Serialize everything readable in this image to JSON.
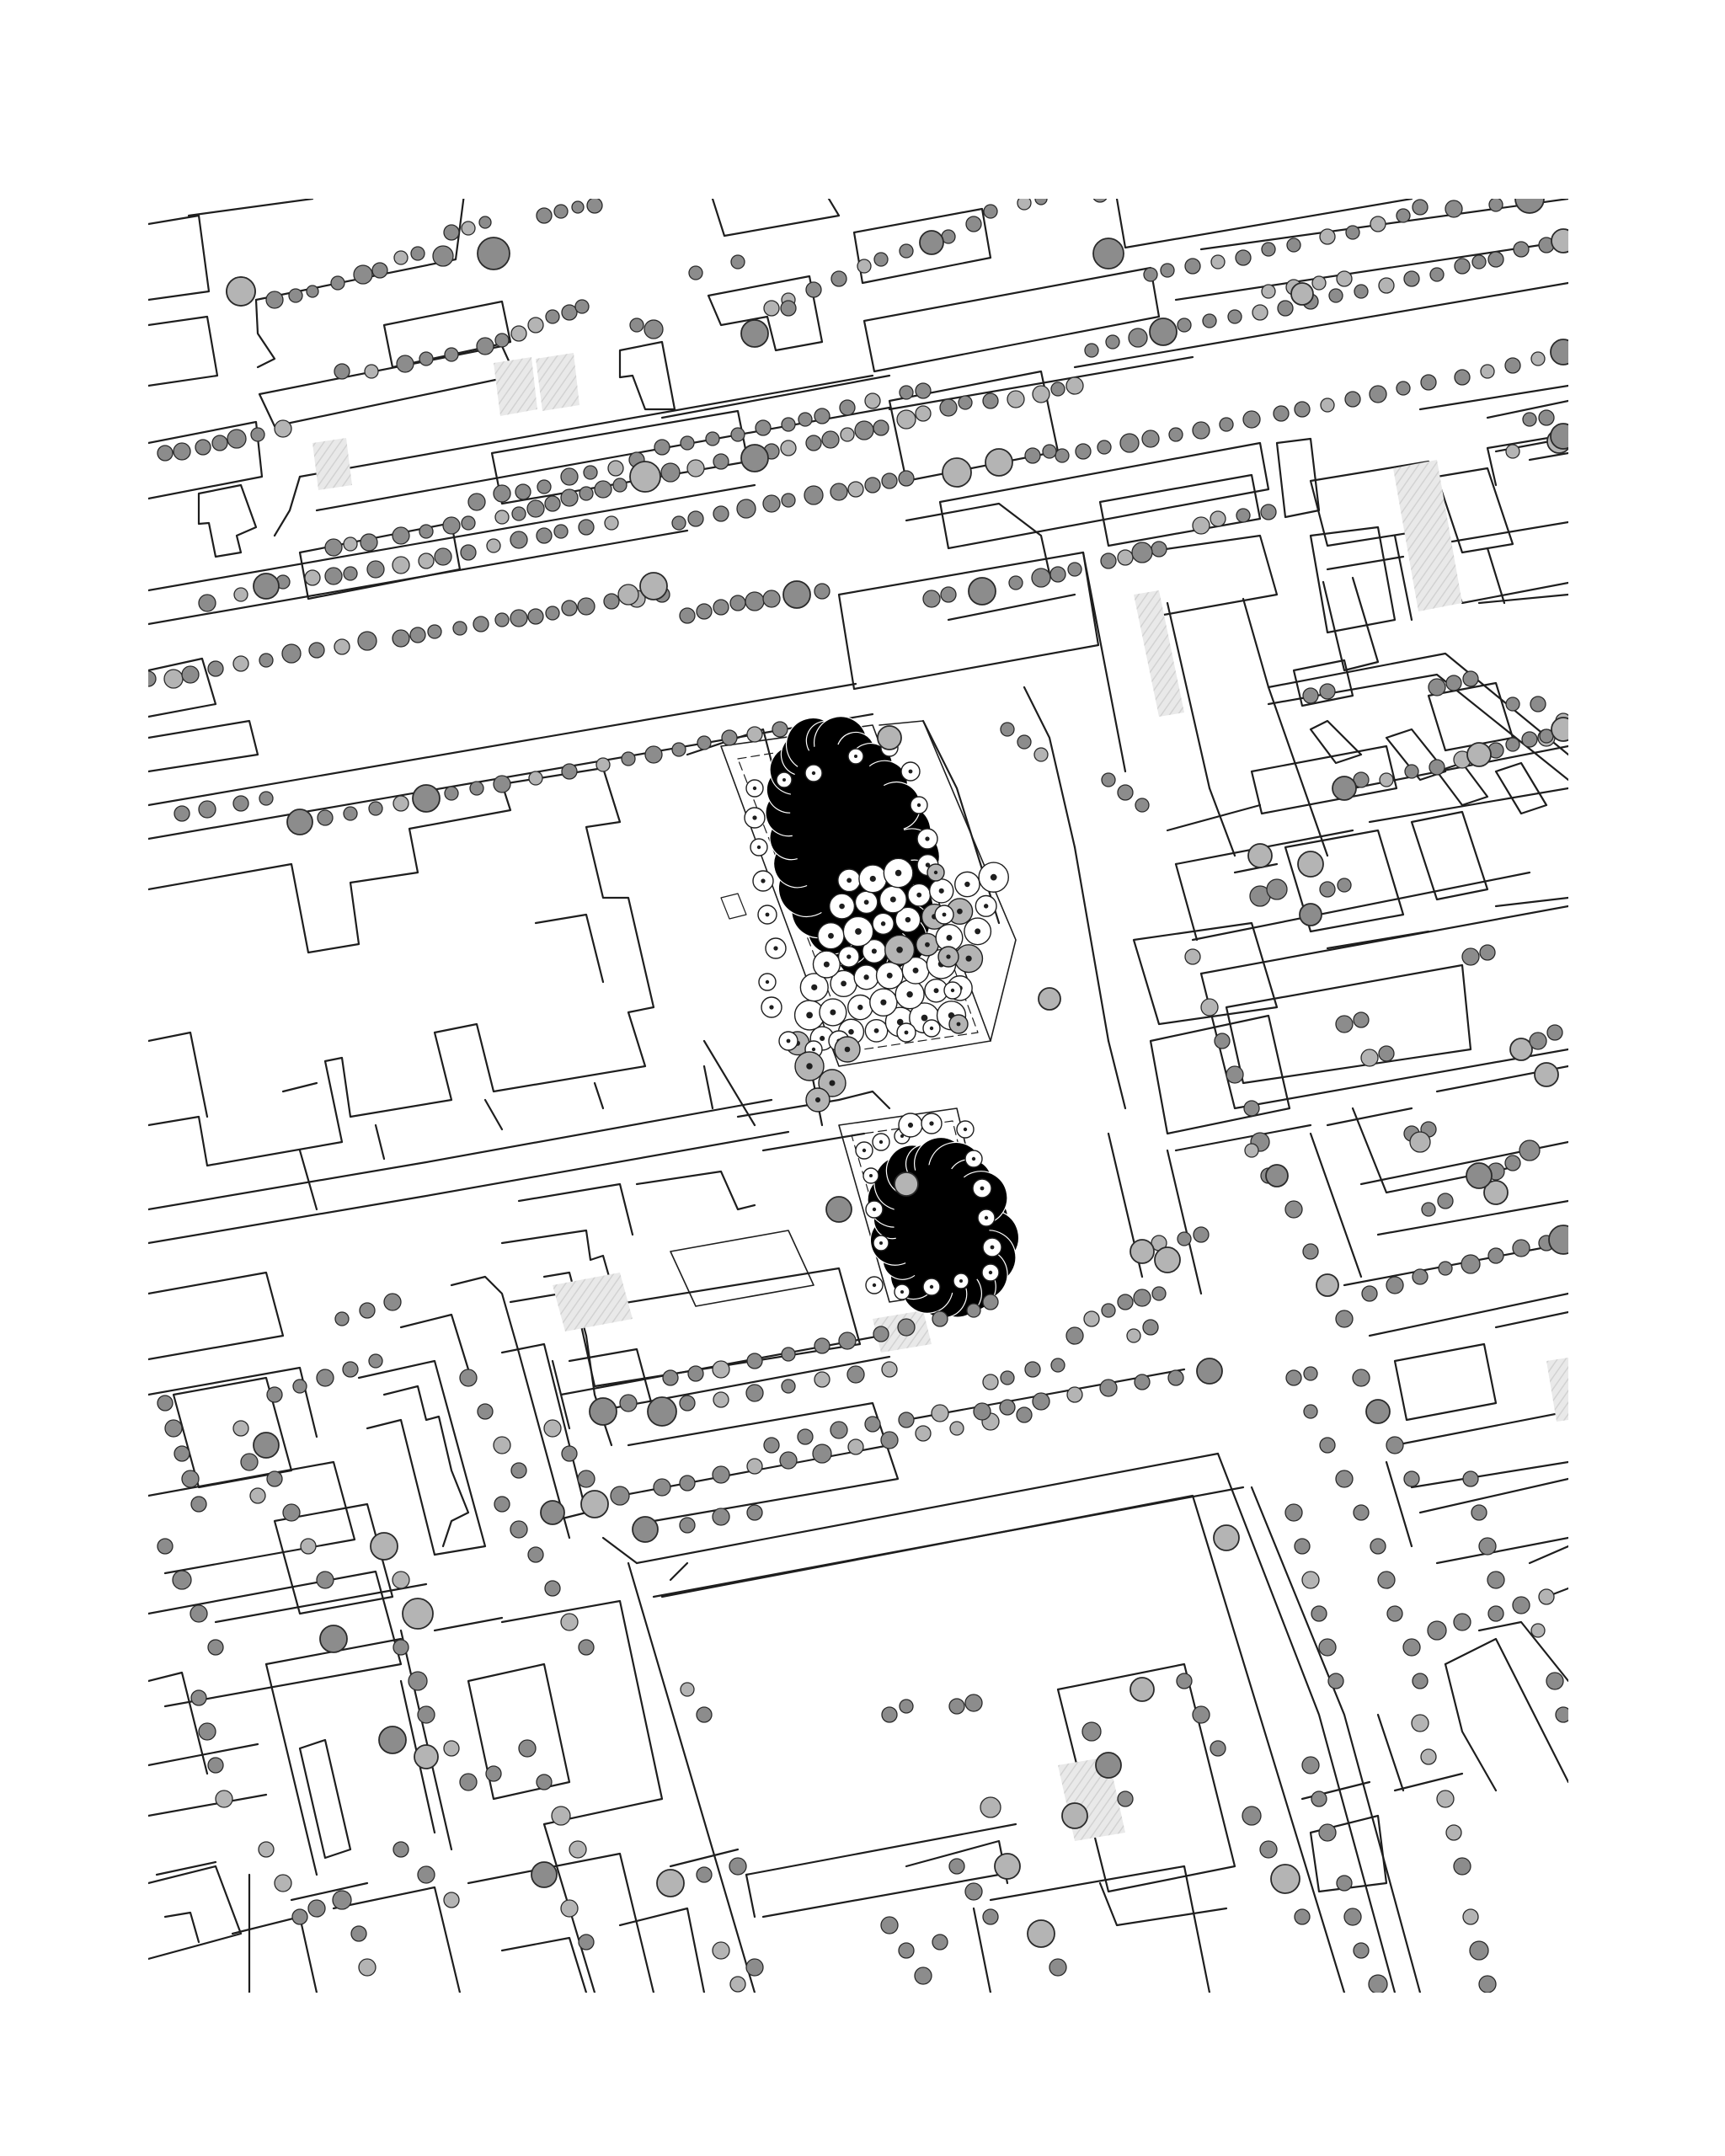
{
  "map": {
    "colors": {
      "paper": "#ffffff",
      "linework": "#1e1e1e",
      "tree_fill": "#8c8c8c",
      "tree_fill_light": "#b4b4b4",
      "tree_edge": "#2a2a2a",
      "dense_forest": "#000000",
      "hatch_fill": "#e6e6e6"
    },
    "symbols": {
      "trees": "tree-canopy",
      "forest": "dense-forest-mass",
      "grove": "planted-grove"
    }
  }
}
